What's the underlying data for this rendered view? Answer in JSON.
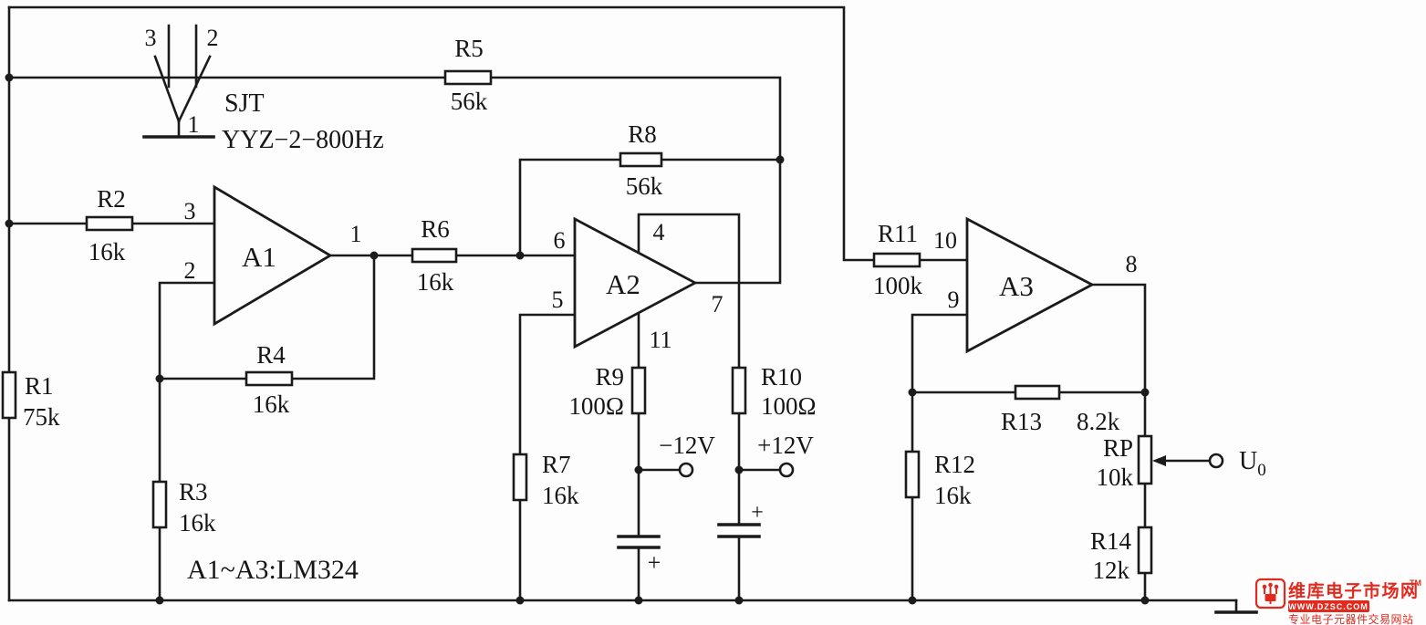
{
  "note": "A1~A3:LM324",
  "transducer": {
    "name": "SJT",
    "model": "YYZ−2−800Hz",
    "pin3": "3",
    "pin2": "2",
    "pin1": "1"
  },
  "opamps": {
    "a1": {
      "label": "A1",
      "pin3": "3",
      "pin2": "2",
      "pin1": "1"
    },
    "a2": {
      "label": "A2",
      "pin6": "6",
      "pin5": "5",
      "pin4": "4",
      "pin7": "7",
      "pin11": "11"
    },
    "a3": {
      "label": "A3",
      "pin10": "10",
      "pin9": "9",
      "pin8": "8"
    }
  },
  "resistors": {
    "r1": {
      "ref": "R1",
      "value": "75k"
    },
    "r2": {
      "ref": "R2",
      "value": "16k"
    },
    "r3": {
      "ref": "R3",
      "value": "16k"
    },
    "r4": {
      "ref": "R4",
      "value": "16k"
    },
    "r5": {
      "ref": "R5",
      "value": "56k"
    },
    "r6": {
      "ref": "R6",
      "value": "16k"
    },
    "r7": {
      "ref": "R7",
      "value": "16k"
    },
    "r8": {
      "ref": "R8",
      "value": "56k"
    },
    "r9": {
      "ref": "R9",
      "value": "100Ω"
    },
    "r10": {
      "ref": "R10",
      "value": "100Ω"
    },
    "r11": {
      "ref": "R11",
      "value": "100k"
    },
    "r12": {
      "ref": "R12",
      "value": "16k"
    },
    "r13": {
      "ref": "R13",
      "value": "8.2k"
    },
    "r14": {
      "ref": "R14",
      "value": "12k"
    },
    "rp": {
      "ref": "RP",
      "value": "10k"
    }
  },
  "power": {
    "negative": "−12V",
    "positive": "+12V",
    "polarity_mark": "+"
  },
  "output": {
    "symbol": "U",
    "subscript": "0"
  },
  "watermark": {
    "site_name": "维库电子市场网",
    "trademark": "TM",
    "url": "WWW.DZSC.COM",
    "tagline": "专业电子元器件交易网站",
    "color": "#e02a1e"
  }
}
